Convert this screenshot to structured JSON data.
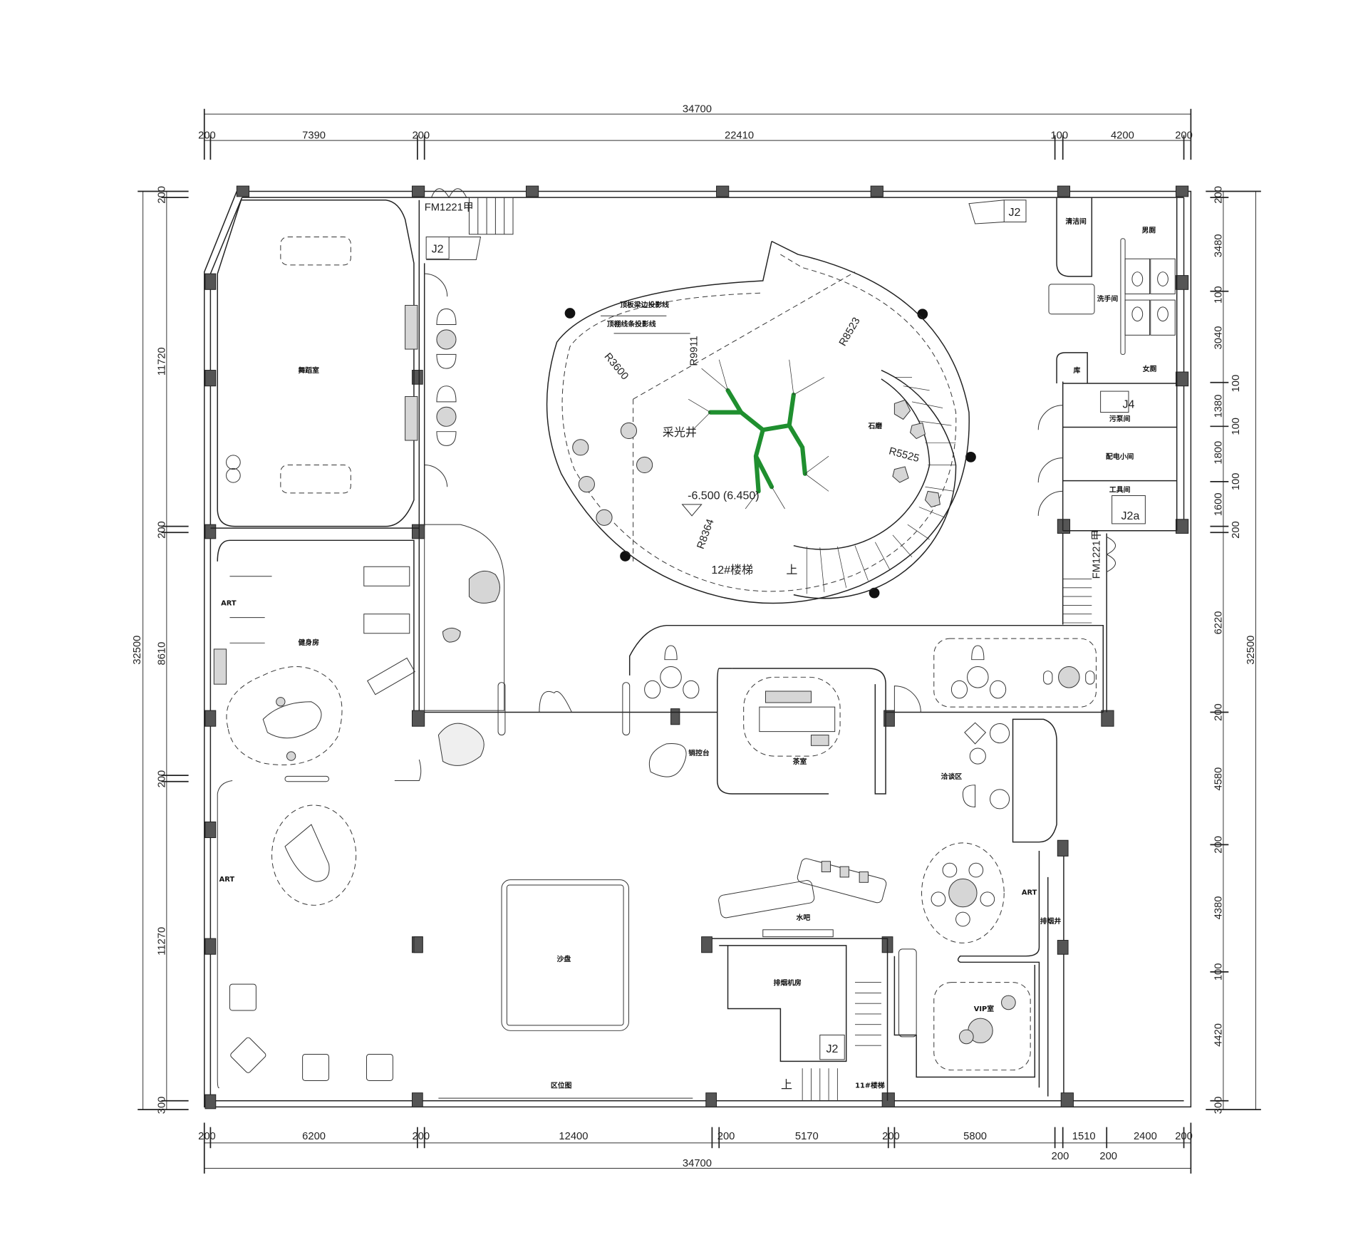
{
  "dimensions": {
    "top_total": "34700",
    "top": [
      "200",
      "7390",
      "200",
      "22410",
      "100",
      "4200",
      "200"
    ],
    "bottom": [
      "200",
      "6200",
      "200",
      "12400",
      "200",
      "5170",
      "200",
      "5800",
      "1510",
      "2400",
      "200"
    ],
    "bottom_extra": [
      "200",
      "200"
    ],
    "bottom_total": "34700",
    "left_total": "32500",
    "left": [
      "200",
      "11720",
      "200",
      "8610",
      "200",
      "11270",
      "300"
    ],
    "right_total": "32500",
    "right": [
      "200",
      "3480",
      "100",
      "3040",
      "100",
      "1380",
      "100",
      "1800",
      "100",
      "1600",
      "200",
      "6220",
      "200",
      "4580",
      "200",
      "4380",
      "100",
      "4420",
      "300"
    ]
  },
  "rooms": {
    "dance": "舞蹈室",
    "gym": "健身房",
    "lightwell": "采光井",
    "elevation": "-6.500 (6.450)",
    "stair12": "12#楼梯",
    "up": "上",
    "sales": "销控台",
    "tea": "茶室",
    "negotiation": "洽谈区",
    "waterbar": "水吧",
    "smoke_machine": "排烟机房",
    "vip": "VIP室",
    "stair11": "11#楼梯",
    "sandtable": "沙盘",
    "location_map": "区位图",
    "smoke_shaft": "排烟井",
    "cleaning": "清洁间",
    "mens": "男厕",
    "washroom": "洗手间",
    "womens": "女厕",
    "storage": "库",
    "sewage_pump": "污泵间",
    "electrical": "配电小间",
    "tools": "工具间"
  },
  "annotations": {
    "slab_edge": "顶板梁边投影线",
    "ceiling_line": "顶棚线条投影线",
    "r9911": "R9911",
    "r8523": "R8523",
    "r3600": "R3600",
    "r5525": "R5525",
    "r8364": "R8364",
    "stone": "石磨",
    "art": "ART",
    "door_fm": "FM1221甲",
    "shaft_j2": "J2",
    "shaft_j4": "J4",
    "shaft_j2a": "J2a"
  },
  "colors": {
    "tree": "#1f8f2f",
    "column": "#555555",
    "furniture_fill": "#d6d6d6"
  }
}
